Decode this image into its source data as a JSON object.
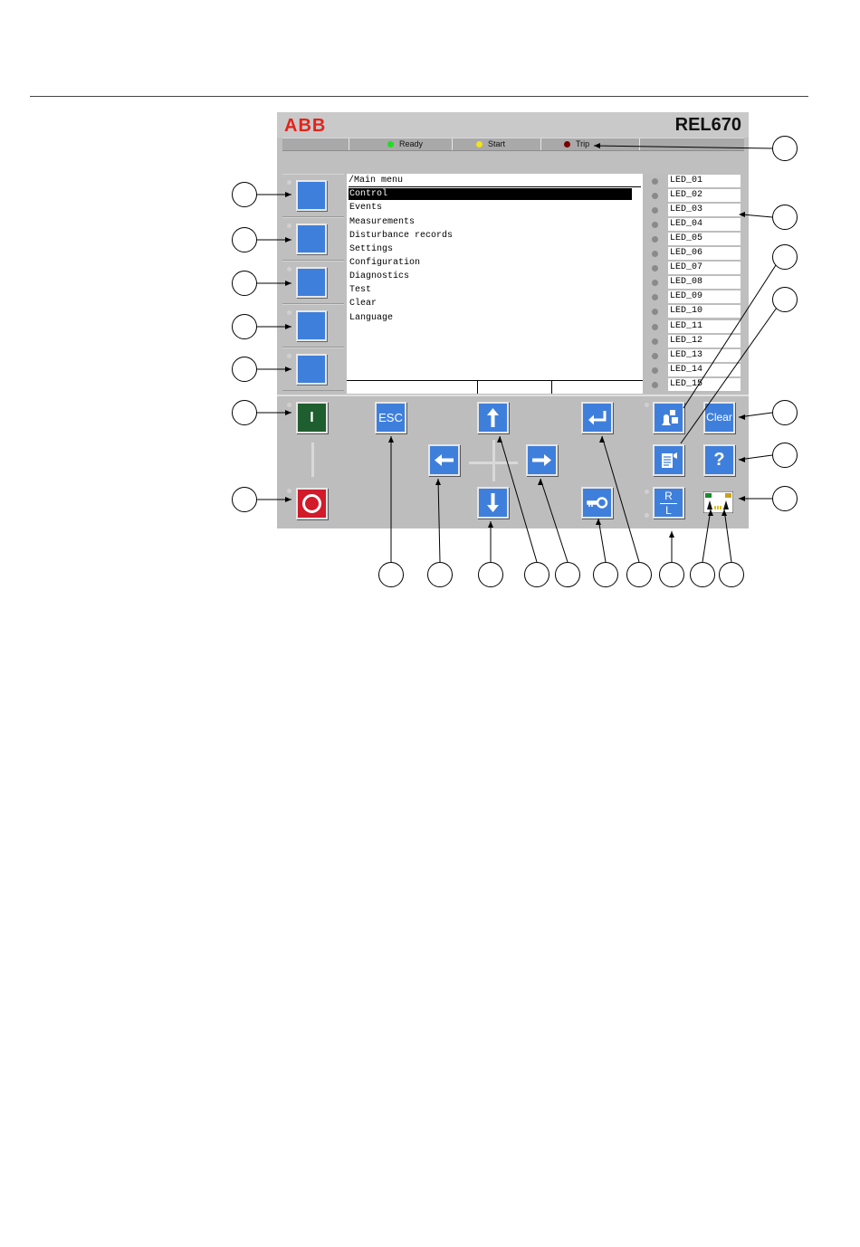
{
  "device": {
    "brand": "ABB",
    "model": "REL670",
    "status": [
      {
        "label": "Ready",
        "color": "#22dd22"
      },
      {
        "label": "Start",
        "color": "#f2e21a"
      },
      {
        "label": "Trip",
        "color": "#7a0000"
      }
    ]
  },
  "menu": {
    "title": "/Main menu",
    "items": [
      "Control",
      "Events",
      "Measurements",
      "Disturbance records",
      "Settings",
      "Configuration",
      "Diagnostics",
      "Test",
      "Clear",
      "Language"
    ],
    "selected": "Control"
  },
  "leds": [
    "LED_01",
    "LED_02",
    "LED_03",
    "LED_04",
    "LED_05",
    "LED_06",
    "LED_07",
    "LED_08",
    "LED_09",
    "LED_10",
    "LED_11",
    "LED_12",
    "LED_13",
    "LED_14",
    "LED_15"
  ],
  "keys": {
    "esc": "ESC",
    "clear": "Clear",
    "help": "?",
    "remote_local_top": "R",
    "remote_local_bottom": "L",
    "close_symbol": "I",
    "open_symbol": "O"
  },
  "colors": {
    "key_blue": "#3f7fdc",
    "close_green": "#1f5e2e",
    "open_red": "#d11a2a",
    "brand_red": "#e2231a"
  }
}
